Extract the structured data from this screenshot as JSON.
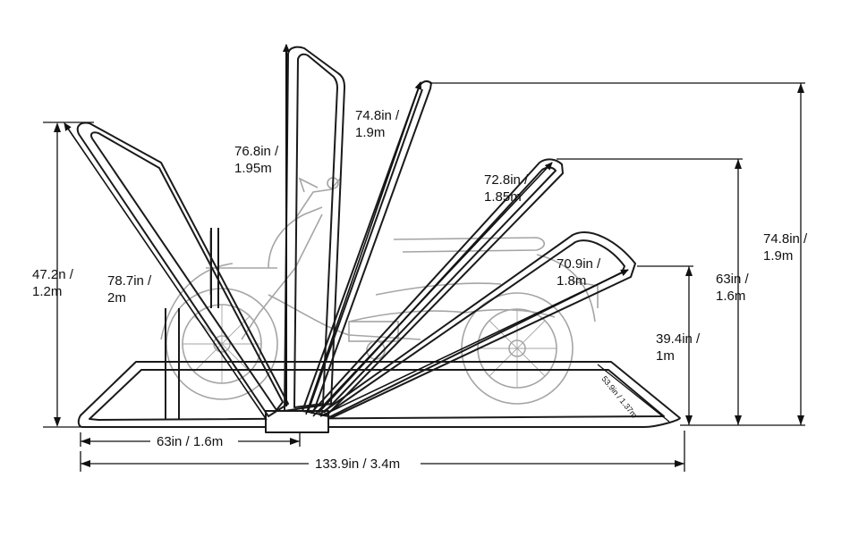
{
  "labels": {
    "left_height": {
      "line1": "47.2n /",
      "line2": "1.2m"
    },
    "arm_78_7": {
      "line1": "78.7in /",
      "line2": "2m"
    },
    "arm_76_8": {
      "line1": "76.8in /",
      "line2": "1.95m"
    },
    "arm_74_8": {
      "line1": "74.8in /",
      "line2": "1.9m"
    },
    "arm_72_8": {
      "line1": "72.8in /",
      "line2": "1.85m"
    },
    "arm_70_9": {
      "line1": "70.9in /",
      "line2": "1.8m"
    },
    "height_39_4": {
      "line1": "39.4in /",
      "line2": "1m"
    },
    "height_63": {
      "line1": "63in /",
      "line2": "1.6m"
    },
    "height_74_8": {
      "line1": "74.8in /",
      "line2": "1.9m"
    },
    "base_width": "63in / 1.6m",
    "total_length": "133.9in / 3.4m",
    "ramp_length": "53.9in / 1.37m"
  },
  "colors": {
    "frame": "#1a1a1a",
    "motorcycle": "#9a9a9a",
    "dimension": "#111111"
  }
}
